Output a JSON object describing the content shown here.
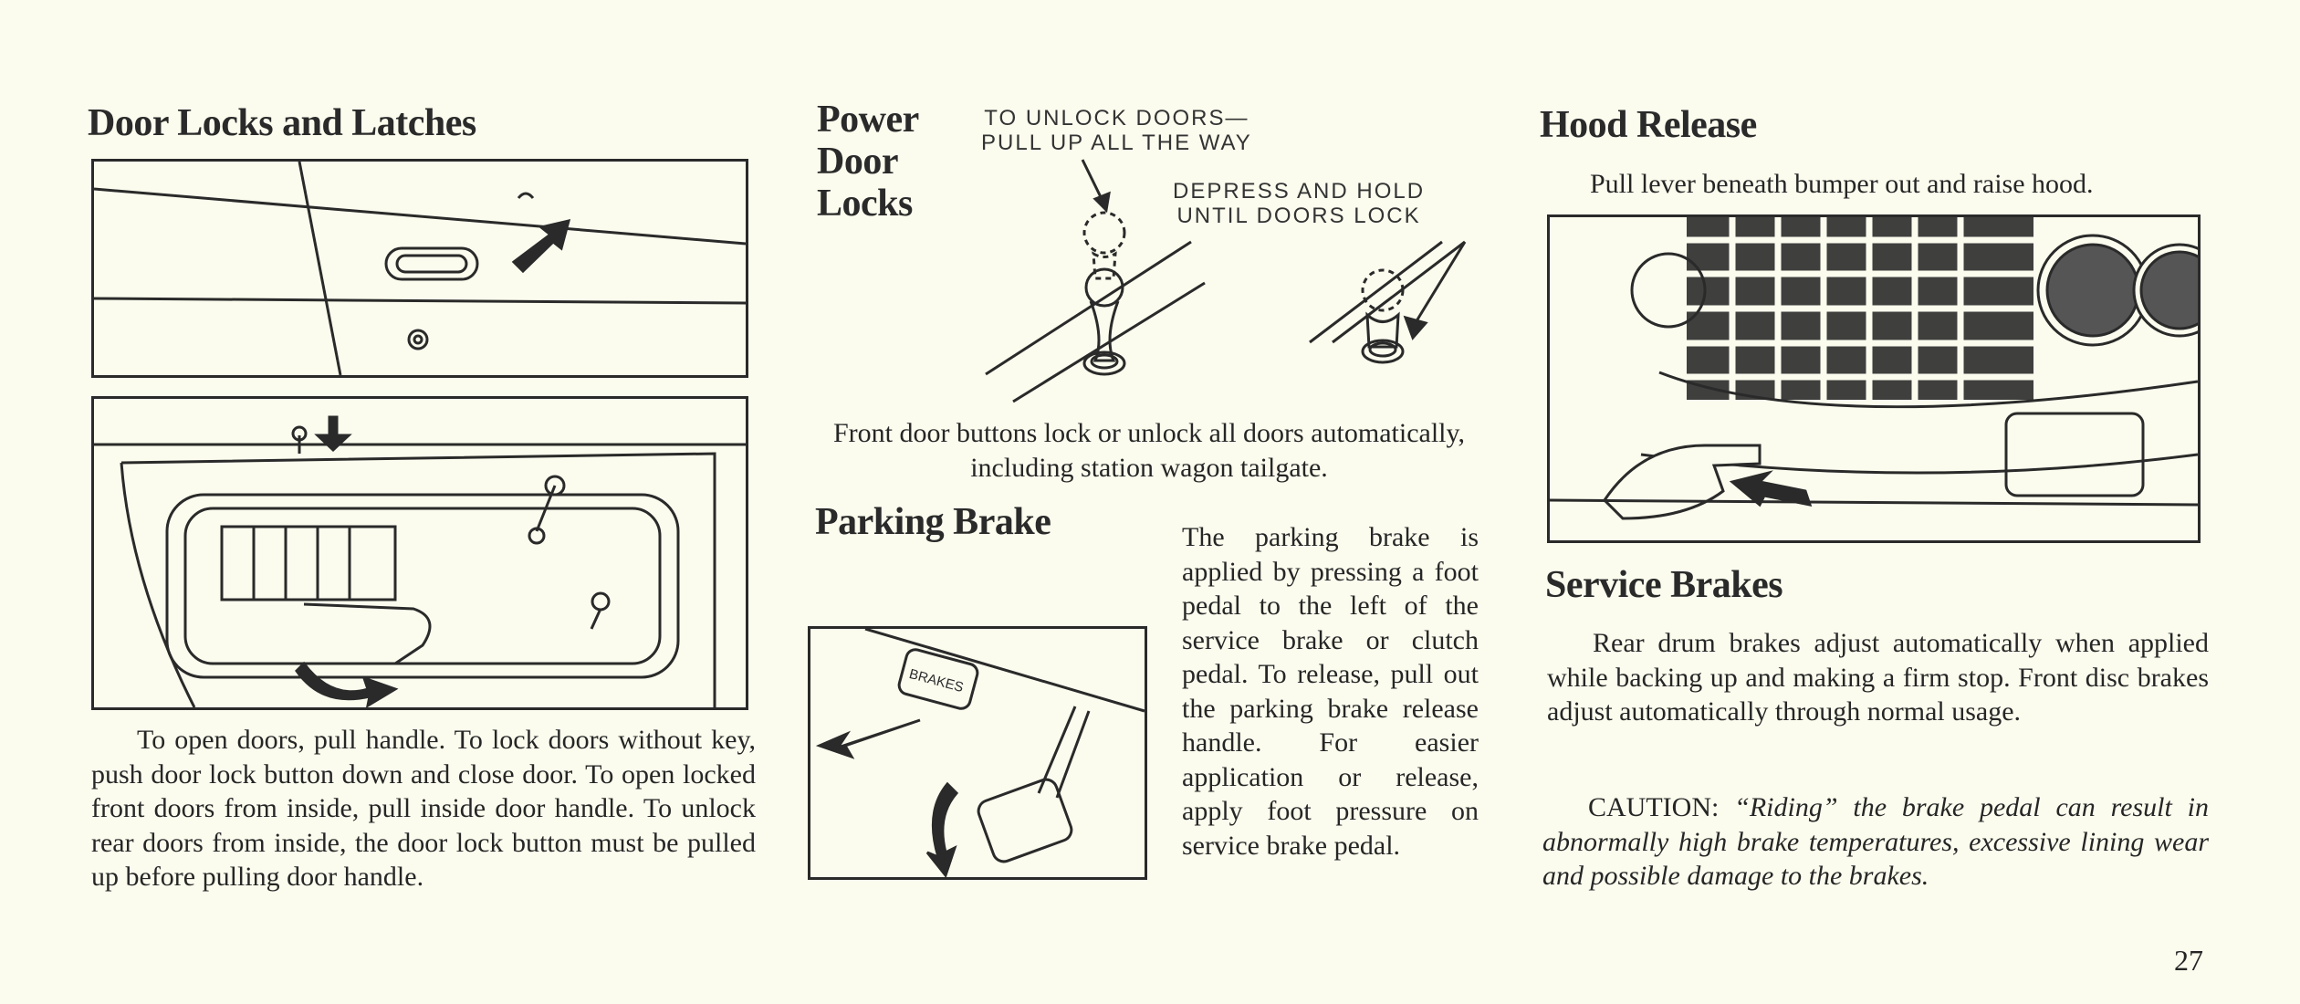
{
  "door_locks": {
    "heading": "Door Locks and Latches",
    "body": "To open doors, pull handle. To lock doors without key, push door lock button down and close door. To open locked front doors from inside, pull inside door handle. To unlock rear doors from inside, the door lock button must be pulled up before pulling door handle."
  },
  "power_door_locks": {
    "heading_line1": "Power",
    "heading_line2": "Door",
    "heading_line3": "Locks",
    "caption_unlock_line1": "TO UNLOCK DOORS—",
    "caption_unlock_line2": "PULL UP ALL THE WAY",
    "caption_lock_line1": "DEPRESS AND HOLD",
    "caption_lock_line2": "UNTIL DOORS LOCK",
    "body": "Front door buttons lock or unlock all doors automatically, including station wagon tailgate."
  },
  "parking_brake": {
    "heading": "Parking Brake",
    "pedal_label": "BRAKES",
    "body": "The parking brake is applied by pressing a foot pedal to the left of the service brake or clutch pedal. To release, pull out the parking brake release handle. For easier application or release, apply foot pressure on service brake pedal."
  },
  "hood_release": {
    "heading": "Hood Release",
    "body": "Pull lever beneath bumper out and raise hood."
  },
  "service_brakes": {
    "heading": "Service Brakes",
    "body": "Rear drum brakes adjust automatically when applied while backing up and making a firm stop. Front disc brakes adjust automatically through normal usage.",
    "caution_label": "CAUTION:",
    "caution_text": "“Riding” the brake pedal can result in abnormally high brake temperatures, excessive lining wear and possible damage to the brakes."
  },
  "page_number": "27"
}
